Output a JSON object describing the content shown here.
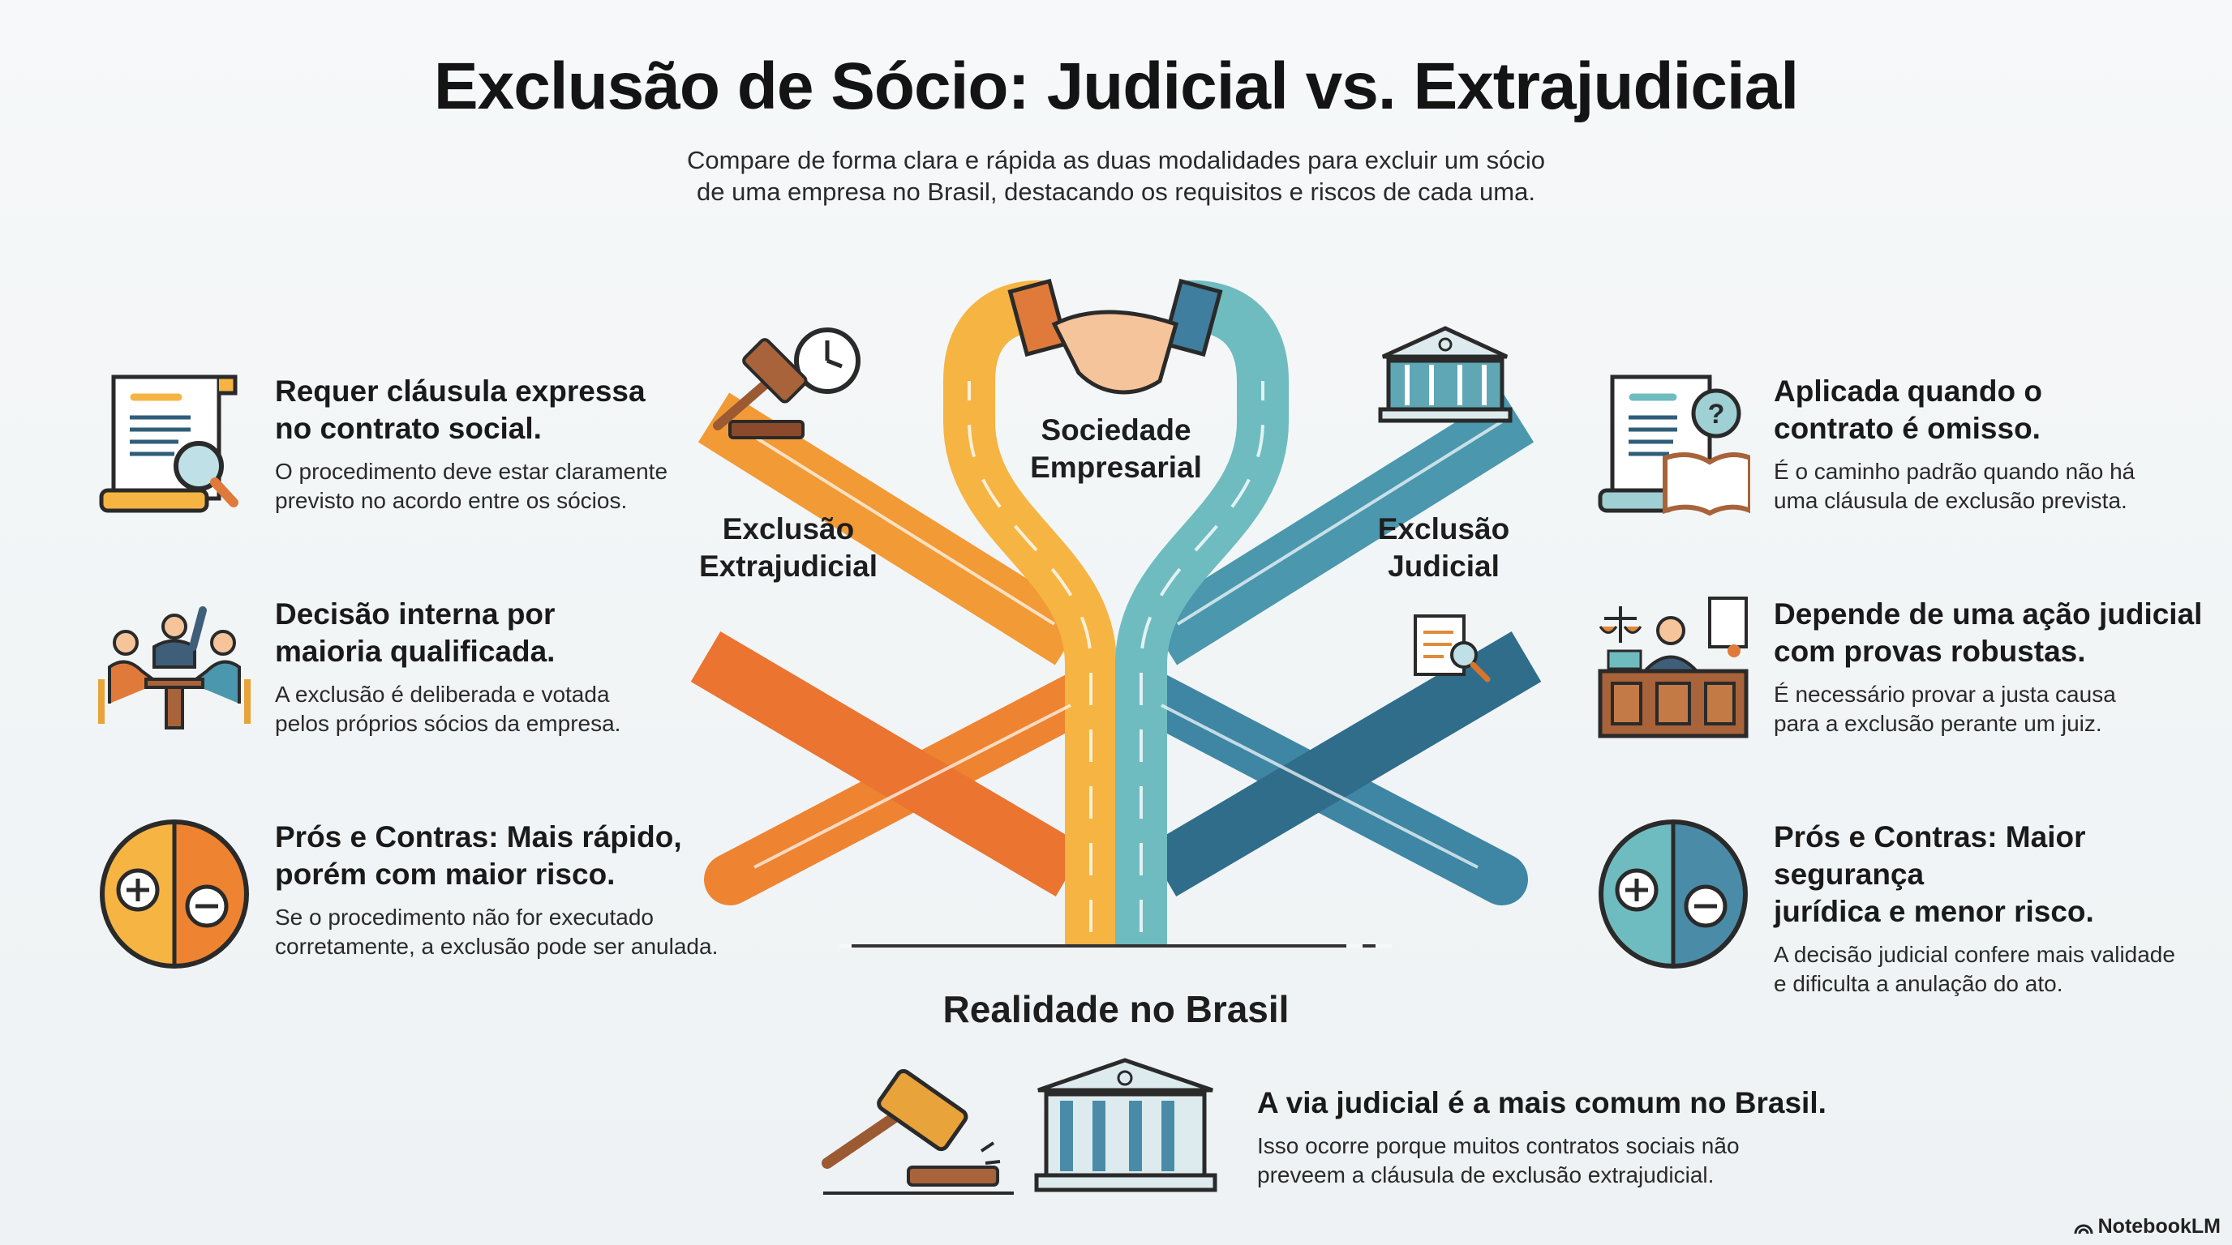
{
  "header": {
    "title": "Exclusão de Sócio: Judicial vs. Extrajudicial",
    "subtitle_line1": "Compare de forma clara e rápida as duas modalidades para excluir um sócio",
    "subtitle_line2": "de uma empresa no Brasil, destacando os requisitos e riscos de cada uma."
  },
  "diagram": {
    "center_label_line1": "Sociedade",
    "center_label_line2": "Empresarial",
    "left_label_line1": "Exclusão",
    "left_label_line2": "Extrajudicial",
    "right_label_line1": "Exclusão",
    "right_label_line2": "Judicial",
    "colors": {
      "orange_light": "#F6B443",
      "orange": "#F29A36",
      "orange_dark": "#EA7430",
      "teal_light": "#6FBCC0",
      "teal": "#4A97AE",
      "teal_dark": "#2F6D8A"
    }
  },
  "extrajudicial": [
    {
      "icon": "contract-magnifier-icon",
      "heading_line1": "Requer cláusula expressa",
      "heading_line2": "no contrato social.",
      "body_line1": "O procedimento deve estar claramente",
      "body_line2": "previsto no acordo entre os sócios."
    },
    {
      "icon": "partners-meeting-vote-icon",
      "heading_line1": "Decisão interna por",
      "heading_line2": "maioria qualificada.",
      "body_line1": "A exclusão é deliberada e votada",
      "body_line2": "pelos próprios sócios da empresa."
    },
    {
      "icon": "pros-cons-icon",
      "heading_line1": "Prós e Contras: Mais rápido,",
      "heading_line2": "porém com maior risco.",
      "body_line1": "Se o procedimento não for executado",
      "body_line2": "corretamente, a exclusão pode ser anulada."
    }
  ],
  "judicial": [
    {
      "icon": "contract-question-book-icon",
      "heading_line1": "Aplicada quando o",
      "heading_line2": "contrato é omisso.",
      "body_line1": "É o caminho padrão quando não há",
      "body_line2": "uma cláusula de exclusão prevista."
    },
    {
      "icon": "judge-bench-icon",
      "heading_line1": "Depende de uma ação judicial",
      "heading_line2": "com provas robustas.",
      "body_line1": "É necessário provar a justa causa",
      "body_line2": "para a exclusão perante um juiz."
    },
    {
      "icon": "pros-cons-icon",
      "heading_line1": "Prós e Contras: Maior segurança",
      "heading_line2": "jurídica e menor risco.",
      "body_line1": "A decisão judicial confere mais validade",
      "body_line2": "e dificulta a anulação do ato."
    }
  ],
  "reality": {
    "title": "Realidade no Brasil",
    "heading": "A via judicial é a mais comum no Brasil.",
    "body_line1": "Isso ocorre porque muitos contratos sociais não",
    "body_line2": "preveem a cláusula de exclusão extrajudicial."
  },
  "brand": {
    "label": "NotebookLM"
  }
}
